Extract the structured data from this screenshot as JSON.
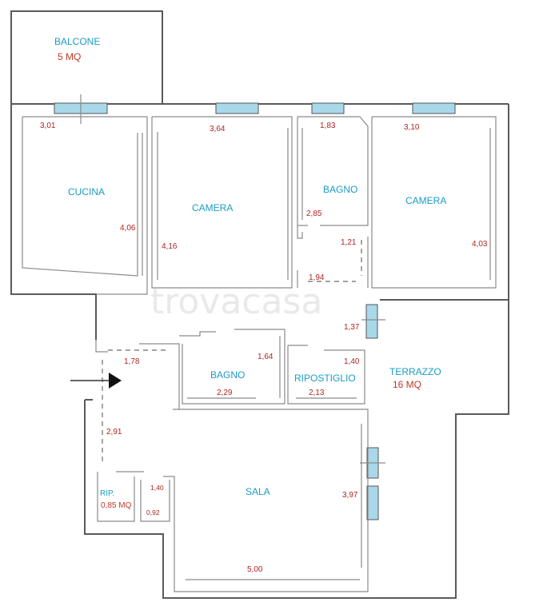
{
  "watermark": "trovacasa",
  "rooms": {
    "balcone": {
      "label": "BALCONE",
      "area": "5 MQ"
    },
    "cucina": {
      "label": "CUCINA"
    },
    "camera_1": {
      "label": "CAMERA"
    },
    "bagno_1": {
      "label": "BAGNO"
    },
    "camera_2": {
      "label": "CAMERA"
    },
    "bagno_2": {
      "label": "BAGNO"
    },
    "ripostiglio": {
      "label": "RIPOSTIGLIO"
    },
    "terrazzo": {
      "label": "TERRAZZO",
      "area": "16 MQ"
    },
    "sala": {
      "label": "SALA"
    },
    "rip": {
      "label": "RIP.",
      "area": "0,85 MQ"
    }
  },
  "dimensions": {
    "cucina_width": "3,01",
    "cucina_depth": "4,06",
    "camera1_width": "3,64",
    "camera1_depth": "4,16",
    "bagno1_width": "1,83",
    "bagno1_depth": "2,85",
    "camera2_width": "3,10",
    "camera2_depth": "4,03",
    "corridor_upper_depth": "1,21",
    "corridor_upper_width": "1,94",
    "corridor_mid_depth": "1,37",
    "hall_width": "1,78",
    "bagno2_depth": "1,64",
    "bagno2_width": "2,29",
    "ripostiglio_depth": "1,40",
    "ripostiglio_width": "2,13",
    "hall_depth": "2,91",
    "closet_depth": "1,40",
    "closet_width": "0,92",
    "sala_depth": "3,97",
    "sala_width": "5,00"
  },
  "icons": {
    "entrance": "entrance-arrow-icon"
  }
}
